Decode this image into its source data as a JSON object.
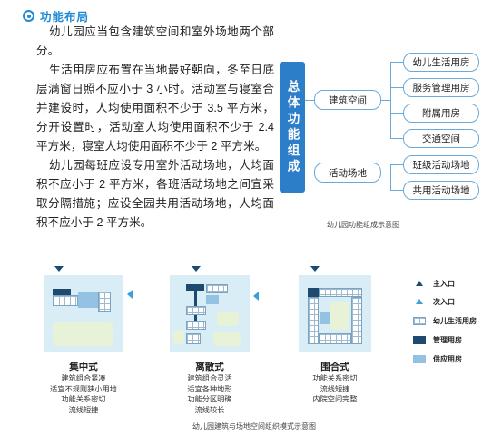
{
  "section": {
    "heading": "功能布局",
    "paragraphs": [
      "幼儿园应当包含建筑空间和室外场地两个部分。",
      "生活用房应布置在当地最好朝向，冬至日底层满窗日照不应小于 3 小时。活动室与寝室合并建设时，人均使用面积不少于 3.5 平方米，分开设置时，活动室人均使用面积不少于 2.4 平方米，寝室人均使用面积不少于 2 平方米。",
      "幼儿园每班应设专用室外活动场地，人均面积不应小于 2 平方米，各班活动场地之间宜采取分隔措施；应设全园共用活动场地，人均面积不应小于 2 平方米。"
    ]
  },
  "composition_diagram": {
    "root": "总体功能组成",
    "branches": [
      {
        "label": "建筑空间",
        "children": [
          "幼儿生活用房",
          "服务管理用房",
          "附属用房",
          "交通空间"
        ]
      },
      {
        "label": "活动场地",
        "children": [
          "班级活动场地",
          "共用活动场地"
        ]
      }
    ],
    "caption": "幼儿园功能组成示意图"
  },
  "layout_diagram": {
    "modes": [
      {
        "title": "集中式",
        "desc": [
          "建筑组合紧凑",
          "适宜不规则狭小用地",
          "功能关系密切",
          "流线短捷"
        ]
      },
      {
        "title": "离散式",
        "desc": [
          "建筑组合灵活",
          "适宜各种地形",
          "功能分区明确",
          "流线较长"
        ]
      },
      {
        "title": "围合式",
        "desc": [
          "功能关系密切",
          "流线短捷",
          "内院空间完整"
        ]
      }
    ],
    "legend": [
      {
        "icon": "main-entrance-icon",
        "label": "主入口"
      },
      {
        "icon": "secondary-entrance-icon",
        "label": "次入口"
      },
      {
        "icon": "child-living-room-swatch",
        "label": "幼儿生活用房"
      },
      {
        "icon": "management-room-swatch",
        "label": "管理用房"
      },
      {
        "icon": "supply-room-swatch",
        "label": "供应用房"
      }
    ],
    "caption": "幼儿园建筑与场地空间组织模式示意图"
  },
  "colors": {
    "accent": "#1e8ad6",
    "root_bar": "#2d7ec9",
    "management": "#1f4a70",
    "supply": "#93c2e2",
    "panel": "#d9edf7"
  }
}
